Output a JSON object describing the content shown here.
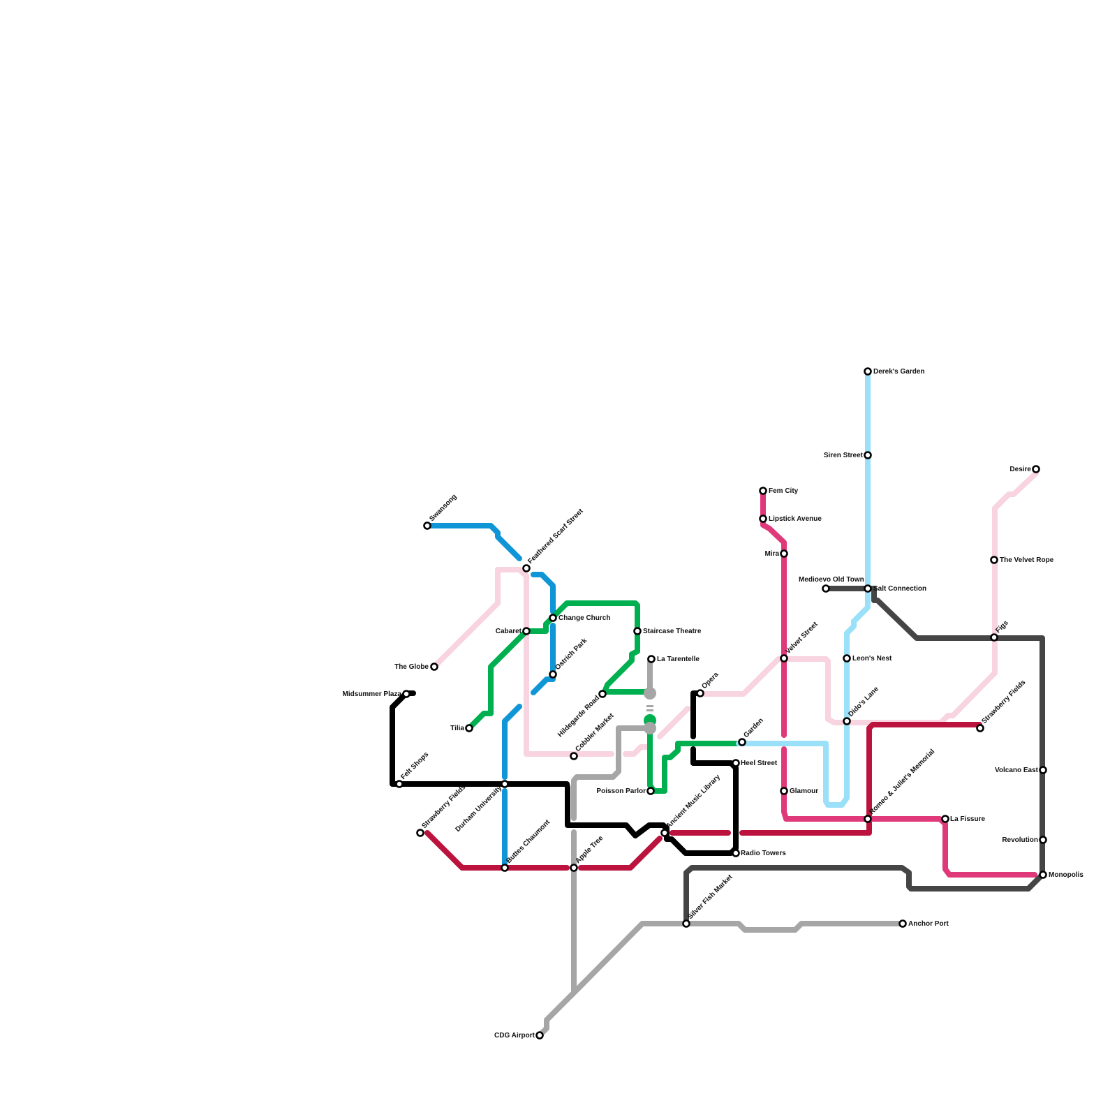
{
  "map": {
    "lines": [
      {
        "id": "light-pink",
        "color": "#f8d3e0"
      },
      {
        "id": "blue",
        "color": "#1096d6"
      },
      {
        "id": "green",
        "color": "#00b050"
      },
      {
        "id": "black",
        "color": "#000000"
      },
      {
        "id": "crimson",
        "color": "#bb133e"
      },
      {
        "id": "pink",
        "color": "#e0397a"
      },
      {
        "id": "gray",
        "color": "#a6a6a6"
      },
      {
        "id": "dark-gray",
        "color": "#454545"
      },
      {
        "id": "light-blue",
        "color": "#99e0f8"
      }
    ],
    "stations": [
      {
        "id": "swansong",
        "name": "Swansong"
      },
      {
        "id": "feathered-scarf-street",
        "name": "Feathered Scarf Street"
      },
      {
        "id": "the-globe",
        "name": "The Globe"
      },
      {
        "id": "cabaret",
        "name": "Cabaret"
      },
      {
        "id": "change-church",
        "name": "Change Church"
      },
      {
        "id": "ostrich-park",
        "name": "Ostrich Park"
      },
      {
        "id": "staircase-theatre",
        "name": "Staircase Theatre"
      },
      {
        "id": "la-tarentelle",
        "name": "La Tarentelle"
      },
      {
        "id": "hildegarde-road",
        "name": "Hildegarde Road"
      },
      {
        "id": "midsummer-plaza",
        "name": "Midsummer Plaza"
      },
      {
        "id": "tilia",
        "name": "Tilia"
      },
      {
        "id": "cobbler-market",
        "name": "Cobbler Market"
      },
      {
        "id": "felt-shops",
        "name": "Felt Shops"
      },
      {
        "id": "durham-university",
        "name": "Durham University"
      },
      {
        "id": "strawberry-fields-west",
        "name": "Strawberry Fields"
      },
      {
        "id": "buttes-chaumont",
        "name": "Buttes Chaumont"
      },
      {
        "id": "apple-tree",
        "name": "Apple Tree"
      },
      {
        "id": "poisson-parlor",
        "name": "Poisson Parlor"
      },
      {
        "id": "ancient-music-library",
        "name": "Ancient Music Library"
      },
      {
        "id": "opera",
        "name": "Opera"
      },
      {
        "id": "garden",
        "name": "Garden"
      },
      {
        "id": "heel-street",
        "name": "Heel Street"
      },
      {
        "id": "radio-towers",
        "name": "Radio Towers"
      },
      {
        "id": "silver-fish-market",
        "name": "Silver Fish Market"
      },
      {
        "id": "cdg-airport",
        "name": "CDG Airport"
      },
      {
        "id": "fem-city",
        "name": "Fem City"
      },
      {
        "id": "lipstick-avenue",
        "name": "Lipstick Avenue"
      },
      {
        "id": "mira",
        "name": "Mira"
      },
      {
        "id": "velvet-street",
        "name": "Velvet Street"
      },
      {
        "id": "glamour",
        "name": "Glamour"
      },
      {
        "id": "derek-s-garden",
        "name": "Derek's Garden"
      },
      {
        "id": "siren-street",
        "name": "Siren Street"
      },
      {
        "id": "medioevo-old-town",
        "name": "Medioevo Old Town"
      },
      {
        "id": "salt-connection",
        "name": "Salt Connection"
      },
      {
        "id": "leon-s-nest",
        "name": "Leon's Nest"
      },
      {
        "id": "dido-s-lane",
        "name": "Dido's Lane"
      },
      {
        "id": "romeo-juliet-s-memorial",
        "name": "Romeo & Juliet's Memorial"
      },
      {
        "id": "la-fissure",
        "name": "La Fissure"
      },
      {
        "id": "anchor-port",
        "name": "Anchor Port"
      },
      {
        "id": "desire",
        "name": "Desire"
      },
      {
        "id": "the-velvet-rope",
        "name": "The Velvet Rope"
      },
      {
        "id": "figs",
        "name": "Figs"
      },
      {
        "id": "strawberry-fields-east",
        "name": "Strawberry Fields"
      },
      {
        "id": "volcano-east",
        "name": "Volcano East"
      },
      {
        "id": "revolution",
        "name": "Revolution"
      },
      {
        "id": "monopolis",
        "name": "Monopolis"
      }
    ]
  }
}
